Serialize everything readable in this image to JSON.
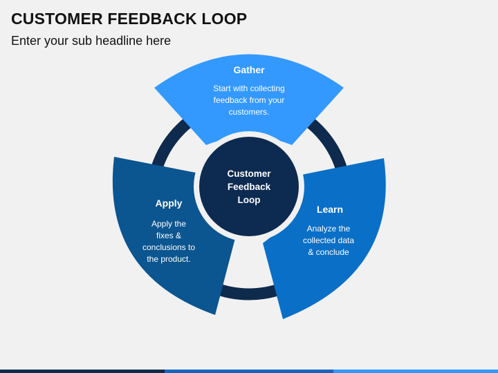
{
  "header": {
    "title": "CUSTOMER FEEDBACK LOOP",
    "subtitle": "Enter your sub headline here"
  },
  "center": {
    "lines": [
      "Customer",
      "Feedback",
      "Loop"
    ]
  },
  "segments": {
    "gather": {
      "title": "Gather",
      "body": [
        "Start with collecting",
        "feedback from your",
        "customers."
      ]
    },
    "learn": {
      "title": "Learn",
      "body": [
        "Analyze the",
        "collected data",
        "& conclude"
      ]
    },
    "apply": {
      "title": "Apply",
      "body": [
        "Apply the",
        "fixes &",
        "conclusions to",
        "the product."
      ]
    }
  },
  "colors": {
    "background": "#f1f1f1",
    "ring": "#0e2a4c",
    "center": "#0d2b50",
    "gather": "#3399ff",
    "learn": "#0a6fc6",
    "apply": "#0b5590",
    "bar_dark": "#0e2a4c",
    "bar_mid": "#1565c0",
    "bar_light": "#3399ff"
  }
}
